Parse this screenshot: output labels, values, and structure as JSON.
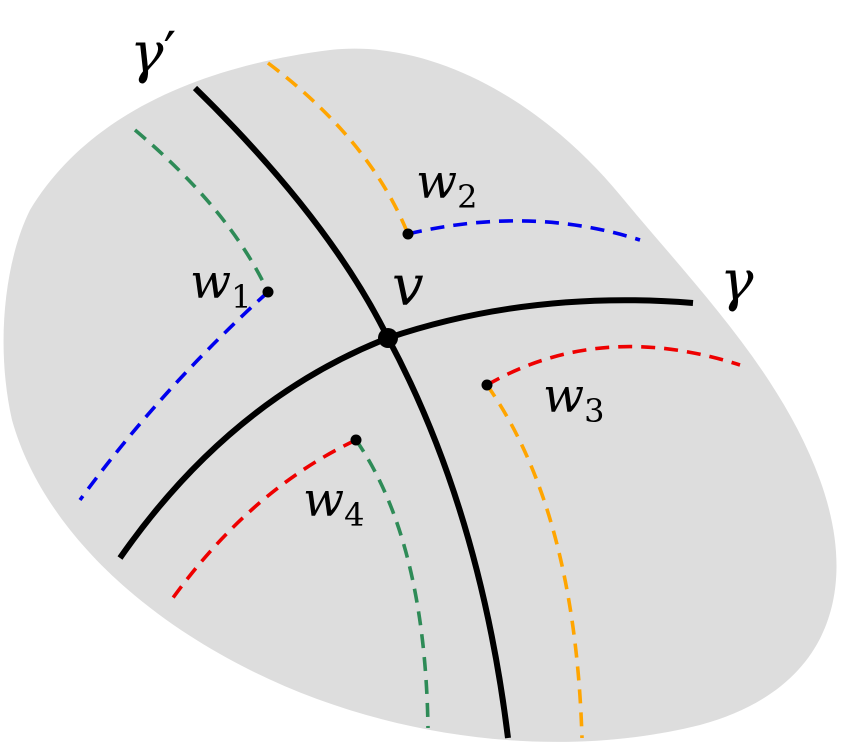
{
  "colors": {
    "region": "#dddddd",
    "curve": "#000000",
    "green": "#2e8b57",
    "blue": "#0000ee",
    "orange": "#ffa500",
    "red": "#ee0000"
  },
  "labels": {
    "gamma_prime": {
      "base": "γ",
      "mark": "′"
    },
    "gamma": {
      "base": "γ"
    },
    "v": {
      "base": "v"
    },
    "w1": {
      "base": "w",
      "sub": "1"
    },
    "w2": {
      "base": "w",
      "sub": "2"
    },
    "w3": {
      "base": "w",
      "sub": "3"
    },
    "w4": {
      "base": "w",
      "sub": "4"
    }
  }
}
